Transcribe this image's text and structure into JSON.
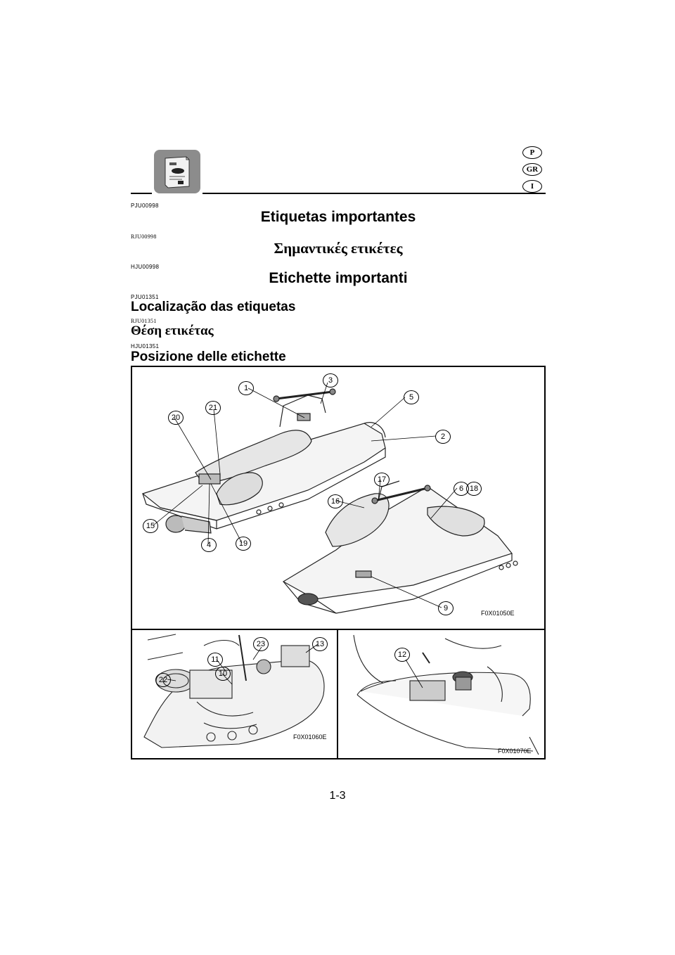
{
  "header": {
    "languages": [
      "P",
      "GR",
      "I"
    ]
  },
  "codes": {
    "p_title": "PJU00998",
    "gr_title": "RJU00998",
    "i_title": "HJU00998",
    "p_sub": "PJU01351",
    "gr_sub": "RJU01351",
    "i_sub": "HJU01351"
  },
  "titles": {
    "p": "Etiquetas importantes",
    "gr": "Σημαντικές ετικέτες",
    "i": "Etichette importanti"
  },
  "subtitles": {
    "p": "Localização das etiquetas",
    "gr": "Θέση ετικέτας",
    "i": "Posizione delle etichette"
  },
  "figure": {
    "codes": [
      "F0X01050E",
      "F0X01060E",
      "F0X01070E"
    ],
    "callouts_main": [
      "1",
      "3",
      "5",
      "2",
      "21",
      "20",
      "17",
      "6",
      "18",
      "16",
      "15",
      "4",
      "19",
      "9"
    ],
    "callouts_left": [
      "23",
      "13",
      "11",
      "10",
      "22"
    ],
    "callouts_right": [
      "12"
    ]
  },
  "footer": {
    "page_number": "1-3"
  }
}
